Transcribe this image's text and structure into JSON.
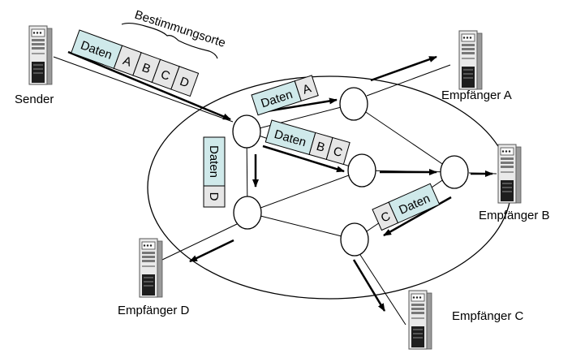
{
  "labels": {
    "sender": "Sender",
    "receiver_a": "Empfänger A",
    "receiver_b": "Empfänger B",
    "receiver_c": "Empfänger C",
    "receiver_d": "Empfänger D",
    "destinations": "Bestimmungsorte"
  },
  "packets": {
    "initial": {
      "data": "Daten",
      "dests": [
        "A",
        "B",
        "C",
        "D"
      ]
    },
    "to_a": {
      "data": "Daten",
      "dests": [
        "A"
      ]
    },
    "to_bc": {
      "data": "Daten",
      "dests": [
        "B",
        "C"
      ]
    },
    "to_d": {
      "data": "Daten",
      "dests": [
        "D"
      ]
    },
    "to_c": {
      "data": "Daten",
      "dests": [
        "C"
      ]
    }
  },
  "colors": {
    "data_fill": "#cfe9ea",
    "dest_fill": "#e6e6e6",
    "stroke": "#000000"
  },
  "icons": {
    "host": "server-tower-icon",
    "router": "router-node-icon"
  }
}
